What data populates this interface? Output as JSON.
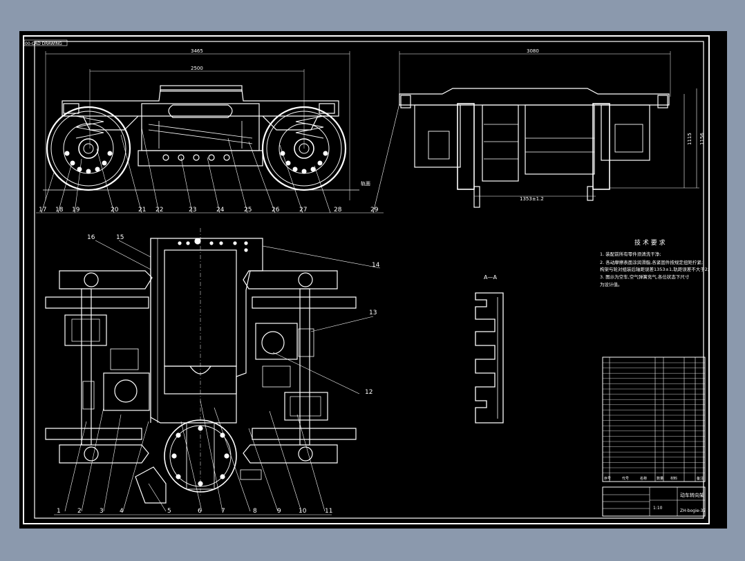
{
  "titlebar": {
    "code": "00-CAD DRAWING"
  },
  "side_view": {
    "dim_overall": "3465",
    "dim_wheelbase": "2500",
    "rail_label": "轨面",
    "callouts": [
      "17",
      "18",
      "19",
      "20",
      "21",
      "22",
      "23",
      "24",
      "25",
      "26",
      "27",
      "28",
      "29"
    ]
  },
  "end_view": {
    "dim_width": "3080",
    "dim_gauge": "1353±1.2",
    "dim_height_1": "1115",
    "dim_height_2": "1156"
  },
  "plan_view": {
    "callouts_bottom": [
      "1",
      "2",
      "3",
      "4",
      "5",
      "6",
      "7",
      "8",
      "9",
      "10",
      "11"
    ],
    "callouts_right": [
      "12",
      "13",
      "14"
    ],
    "callouts_top": [
      "15",
      "16"
    ]
  },
  "section_label": "A—A",
  "tech_requirements": {
    "title": "技 术 要 求",
    "lines": [
      "1. 装配前所有零件须清洗干净;",
      "2. 各动摩擦表面涂润滑脂,各紧固件按规定扭矩拧紧;",
      "   构架与轮对组装后轴距误差1353±1,轨距误差不大于2;",
      "3. 图示为空车,空气弹簧充气,各位状态下尺寸",
      "   为设计值。"
    ]
  },
  "title_block": {
    "drawing_name": "动车转向架",
    "drawing_no": "ZH-bogie-37",
    "scale": "1:10",
    "row_labels": [
      "序号",
      "代号",
      "名称",
      "数量",
      "材料",
      "备注"
    ]
  }
}
